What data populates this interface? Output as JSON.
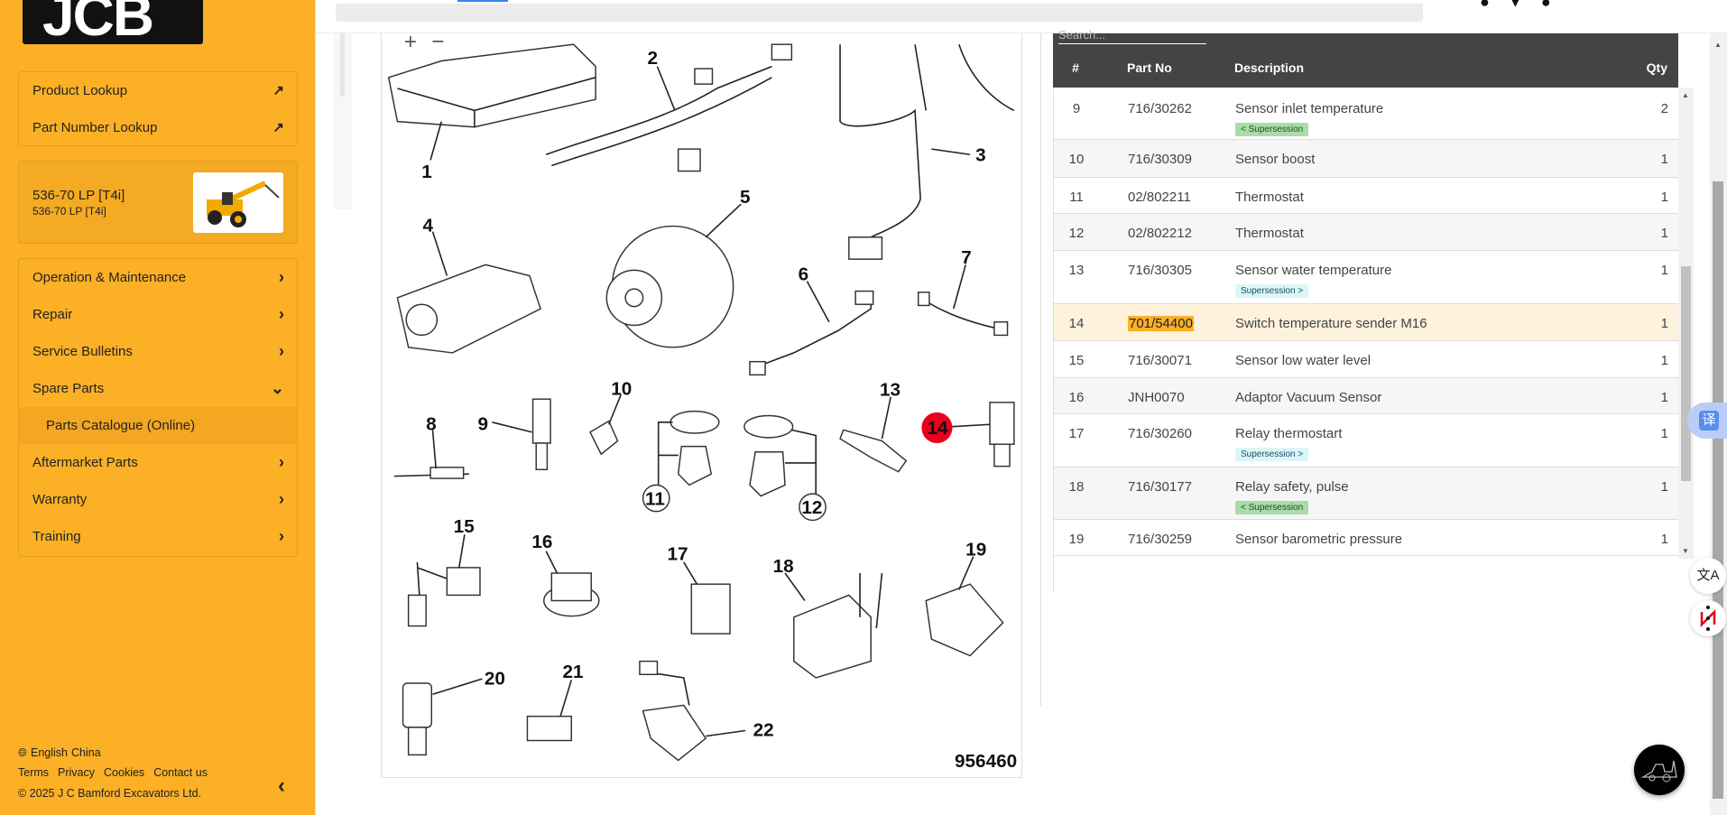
{
  "brand": {
    "logo_text": "JCB",
    "accent": "#fcb026"
  },
  "sidebar": {
    "lookups": [
      {
        "label": "Product Lookup",
        "icon": "external-link-icon"
      },
      {
        "label": "Part Number Lookup",
        "icon": "external-link-icon"
      }
    ],
    "machine": {
      "title": "536-70 LP [T4i]",
      "subtitle": "536-70 LP [T4i]"
    },
    "nav": [
      {
        "label": "Operation & Maintenance",
        "chevron": "›"
      },
      {
        "label": "Repair",
        "chevron": "›"
      },
      {
        "label": "Service Bulletins",
        "chevron": "›"
      },
      {
        "label": "Spare Parts",
        "chevron": "⌄"
      },
      {
        "label": "Parts Catalogue (Online)",
        "chevron": ""
      },
      {
        "label": "Aftermarket Parts",
        "chevron": "›"
      },
      {
        "label": "Warranty",
        "chevron": "›"
      },
      {
        "label": "Training",
        "chevron": "›"
      }
    ],
    "footer": {
      "language": "English",
      "region": "China",
      "links": [
        "Terms",
        "Privacy",
        "Cookies",
        "Contact us"
      ],
      "copyright": "© 2025 J C Bamford Excavators Ltd.",
      "collapse": "‹"
    }
  },
  "diagram": {
    "zoom_in": "+",
    "zoom_out": "−",
    "callouts": [
      "1",
      "2",
      "3",
      "4",
      "5",
      "6",
      "7",
      "8",
      "9",
      "10",
      "11",
      "12",
      "13",
      "14",
      "15",
      "16",
      "17",
      "18",
      "19",
      "20",
      "21",
      "22"
    ],
    "drawing_number": "956460",
    "highlighted_callout": "14"
  },
  "table": {
    "search_placeholder": "Search...",
    "headers": {
      "num": "#",
      "part": "Part No",
      "desc": "Description",
      "qty": "Qty"
    },
    "rows": [
      {
        "num": "9",
        "part": "716/30262",
        "desc": "Sensor inlet temperature",
        "qty": "2",
        "badge": "< Supersession"
      },
      {
        "num": "10",
        "part": "716/30309",
        "desc": "Sensor boost",
        "qty": "1"
      },
      {
        "num": "11",
        "part": "02/802211",
        "desc": "Thermostat",
        "qty": "1"
      },
      {
        "num": "12",
        "part": "02/802212",
        "desc": "Thermostat",
        "qty": "1"
      },
      {
        "num": "13",
        "part": "716/30305",
        "desc": "Sensor water temperature",
        "qty": "1",
        "badge": "Supersession >"
      },
      {
        "num": "14",
        "part": "701/54400",
        "desc": "Switch temperature sender M16",
        "qty": "1"
      },
      {
        "num": "15",
        "part": "716/30071",
        "desc": "Sensor low water level",
        "qty": "1"
      },
      {
        "num": "16",
        "part": "JNH0070",
        "desc": "Adaptor Vacuum Sensor",
        "qty": "1"
      },
      {
        "num": "17",
        "part": "716/30260",
        "desc": "Relay thermostart",
        "qty": "1",
        "badge": "Supersession >"
      },
      {
        "num": "18",
        "part": "716/30177",
        "desc": "Relay safety, pulse",
        "qty": "1",
        "badge": "< Supersession"
      },
      {
        "num": "19",
        "part": "716/30259",
        "desc": "Sensor barometric pressure",
        "qty": "1"
      }
    ]
  },
  "floating": {
    "translate_label": "译"
  }
}
